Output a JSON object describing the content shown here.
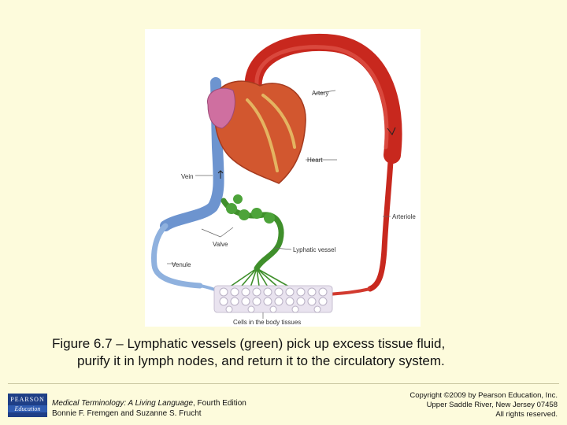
{
  "figure": {
    "labels": {
      "artery": "Artery",
      "heart": "Heart",
      "vein": "Vein",
      "arteriole": "Arteriole",
      "valve": "Valve",
      "lymphatic_vessel": "Lyphatic vessel",
      "venule": "Venule",
      "cells": "Cells in the body tissues"
    },
    "colors": {
      "artery": "#c8281e",
      "vein": "#6d94cf",
      "lymph": "#3f8f2b",
      "heart_muscle": "#d2572f",
      "cells": "#ebe6f0"
    }
  },
  "caption": {
    "line1": "Figure 6.7 – Lymphatic vessels (green) pick up excess tissue fluid,",
    "line2": "purify it in lymph nodes, and return it to the circulatory system."
  },
  "footer": {
    "logo_top": "PEARSON",
    "logo_bottom": "Education",
    "book_title": "Medical Terminology: A Living Language",
    "book_edition": ", Fourth Edition",
    "authors": "Bonnie F. Fremgen and Suzanne S. Frucht",
    "copyright_line1": "Copyright ©2009 by Pearson Education, Inc.",
    "copyright_line2": "Upper Saddle River, New Jersey 07458",
    "copyright_line3": "All rights reserved."
  }
}
